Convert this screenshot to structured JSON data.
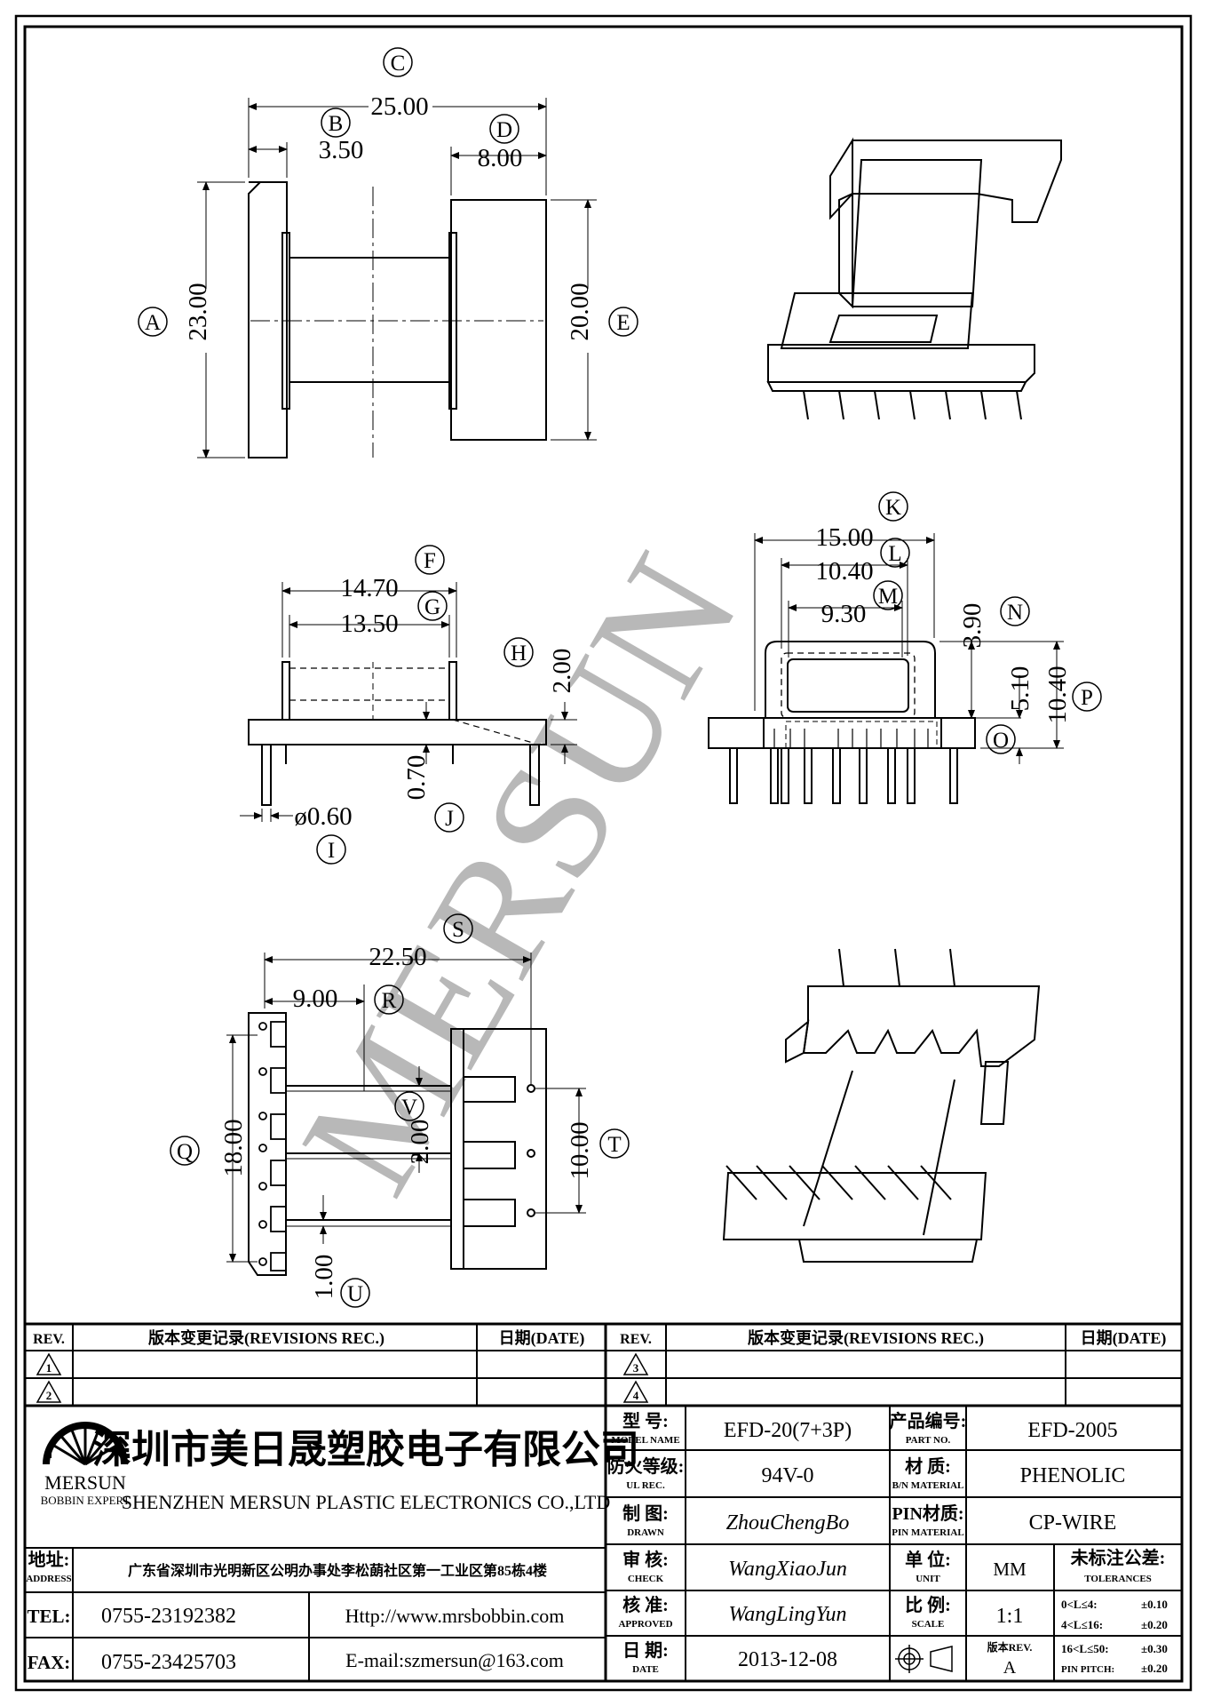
{
  "views": {
    "side": {
      "dims": {
        "C": "25.00",
        "B": "3.50",
        "D": "8.00",
        "A": "23.00",
        "E": "20.00"
      },
      "labels": [
        "C",
        "B",
        "D",
        "A",
        "E"
      ]
    },
    "front": {
      "dims": {
        "F": "14.70",
        "G": "13.50",
        "H": "2.00",
        "J": "0.70",
        "I": "ø0.60"
      },
      "labels": [
        "F",
        "G",
        "H",
        "J",
        "I"
      ]
    },
    "end": {
      "dims": {
        "K": "15.00",
        "L": "10.40",
        "M": "9.30",
        "N": "3.90",
        "O": "5.10",
        "P": "10.40"
      },
      "labels": [
        "K",
        "L",
        "M",
        "N",
        "O",
        "P"
      ]
    },
    "bottom": {
      "dims": {
        "S": "22.50",
        "R": "9.00",
        "Q": "18.00",
        "V": "2.00",
        "T": "10.00",
        "U": "1.00"
      },
      "labels": [
        "S",
        "R",
        "Q",
        "V",
        "T",
        "U"
      ]
    }
  },
  "watermark": "MERSUN",
  "titleblock": {
    "rev_header": "REV.",
    "rev_records": "版本变更记录(REVISIONS REC.)",
    "date_header": "日期(DATE)",
    "revisions_left": [
      "1",
      "2"
    ],
    "revisions_right": [
      "3",
      "4"
    ],
    "company_zh": "深圳市美日晟塑胶电子有限公司",
    "company_en": "SHENZHEN MERSUN PLASTIC ELECTRONICS CO.,LTD",
    "logo_name": "MERSUN",
    "logo_tag": "BOBBIN EXPERT",
    "address_label_zh": "地址:",
    "address_label_en": "ADDRESS",
    "address": "广东省深圳市光明新区公明办事处李松蓢社区第一工业区第85栋4楼",
    "tel_label": "TEL:",
    "tel": "0755-23192382",
    "fax_label": "FAX:",
    "fax": "0755-23425703",
    "web": "Http://www.mrsbobbin.com",
    "email": "E-mail:szmersun@163.com",
    "model_zh": "型 号:",
    "model_en": "MODEL NAME",
    "model": "EFD-20(7+3P)",
    "partno_zh": "产品编号:",
    "partno_en": "PART NO.",
    "partno": "EFD-2005",
    "ul_zh": "防火等级:",
    "ul_en": "UL REC.",
    "ul": "94V-0",
    "mat_zh": "材 质:",
    "mat_en": "B/N MATERIAL",
    "mat": "PHENOLIC",
    "drawn_zh": "制 图:",
    "drawn_en": "DRAWN",
    "drawn": "ZhouChengBo",
    "pinmat_zh": "PIN材质:",
    "pinmat_en": "PIN MATERIAL",
    "pinmat": "CP-WIRE",
    "check_zh": "审 核:",
    "check_en": "CHECK",
    "check": "WangXiaoJun",
    "unit_zh": "单 位:",
    "unit_en": "UNIT",
    "unit": "MM",
    "tol_zh": "未标注公差:",
    "tol_en": "TOLERANCES",
    "approved_zh": "核 准:",
    "approved_en": "APPROVED",
    "approved": "WangLingYun",
    "scale_zh": "比 例:",
    "scale_en": "SCALE",
    "scale": "1:1",
    "date_zh": "日 期:",
    "date_en": "DATE",
    "date": "2013-12-08",
    "rev_zh": "版本REV.",
    "rev": "A",
    "tolerances": [
      {
        "range": "0<L≤4:",
        "value": "±0.10"
      },
      {
        "range": "4<L≤16:",
        "value": "±0.20"
      },
      {
        "range": "16<L≤50:",
        "value": "±0.30"
      },
      {
        "range": "PIN PITCH:",
        "value": "±0.20"
      }
    ]
  }
}
